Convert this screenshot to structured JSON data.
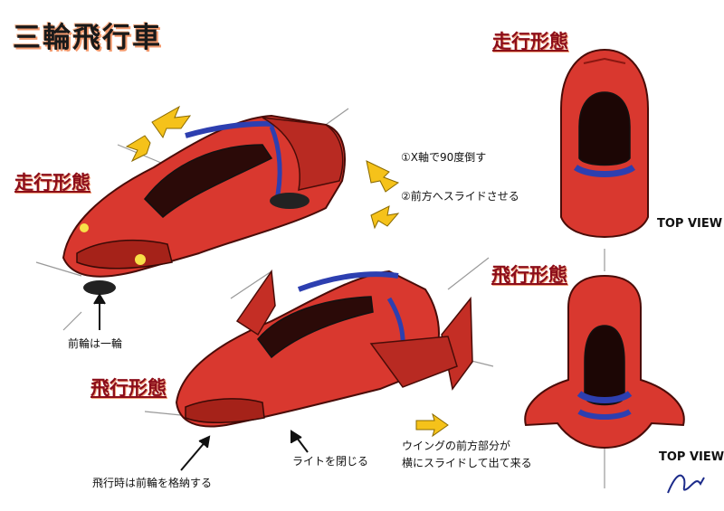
{
  "title": "三輪飛行車",
  "labels": {
    "running_mode": "走行形態",
    "flight_mode_bottom": "飛行形態",
    "running_mode_right": "走行形態",
    "flight_mode_right": "飛行形態"
  },
  "notes": {
    "step1": "①X軸で90度倒す",
    "step2": "②前方へスライドさせる",
    "front_wheel": "前輪は一輪",
    "retract_wheel": "飛行時は前輪を格納する",
    "close_light": "ライトを閉じる",
    "wing_line1": "ウイングの前方部分が",
    "wing_line2": "横にスライドして出て来る"
  },
  "top_view_1": "TOP VIEW",
  "top_view_2": "TOP VIEW",
  "colors": {
    "body": "#d9382f",
    "body_dark": "#9e1e18",
    "accent_blue": "#2d3fb0",
    "arrow_yellow": "#f5c21a"
  }
}
